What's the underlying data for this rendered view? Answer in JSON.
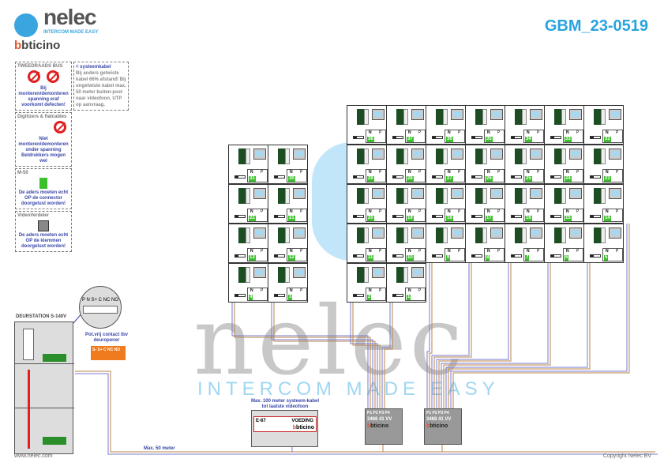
{
  "header": {
    "brand": "nelec",
    "tagline": "INTERCOM MADE EASY",
    "partner": "bticino",
    "doc_id": "GBM_23-0519"
  },
  "legend": {
    "bus": {
      "title": "TWEEDRAADS BUS",
      "warning": "Bij monteren/demonteren spanning eraf voorkomt defecten!"
    },
    "cable": {
      "title": "= systeemkabel",
      "text": "Bij anders getwiste kabel 66% afstand! Bij ongetwiste kabel max. 50 meter buiten-post naar videofoon. UTP op aanvraag."
    },
    "digitizers": {
      "title": "Digitizers & flatcables",
      "warning": "Niet monteren/demonteren onder spanning Beldrukkers mogen wel"
    },
    "m50": {
      "title": "M-50",
      "warning": "De aders moeten echt OP de connector doorgelust worden!"
    },
    "vv": {
      "title": "VideoVerdeler",
      "warning": "De aders moeten echt OP de klemmen doorgelust worden!"
    }
  },
  "door_station": {
    "title": "DEURSTATION S-140V",
    "terminals": "P N S+ C NC NO",
    "contact_title": "Pot.vrij contact tbv deuropener",
    "contact_terminals": "S- S+ C NC NO"
  },
  "power": {
    "note": "Max. 100 meter systeem-kabel tot laatste videofoon",
    "model": "E-67",
    "label": "VOEDING",
    "brand": "bticino"
  },
  "distributors": [
    {
      "model": "3468 41",
      "type": "VV",
      "ports": "P1 P2 P3 P4",
      "brand": "bticino"
    },
    {
      "model": "3468 41",
      "type": "VV",
      "ports": "P1 P2 P3 P4",
      "brand": "bticino"
    }
  ],
  "monitors": {
    "n_label": "N",
    "p_label": "P",
    "left_block": [
      [
        "31",
        "30"
      ],
      [
        "22",
        "21"
      ],
      [
        "13",
        "12"
      ],
      [
        "4",
        "3"
      ]
    ],
    "right_block": [
      [
        "38",
        "37",
        "36",
        "35",
        "34",
        "33",
        "32"
      ],
      [
        "29",
        "28",
        "27",
        "26",
        "25",
        "24",
        "23"
      ],
      [
        "20",
        "19",
        "18",
        "17",
        "16",
        "15",
        "14"
      ],
      [
        "11",
        "10",
        "9",
        "8",
        "7",
        "6",
        "5"
      ],
      [
        "2",
        "1"
      ]
    ]
  },
  "cable_note": "Max. 50 meter",
  "watermark": {
    "word": "nelec",
    "tagline": "INTERCOM MADE EASY"
  },
  "footer": {
    "website": "www.nelec.com",
    "copyright": "Copyright Nelec BV"
  }
}
